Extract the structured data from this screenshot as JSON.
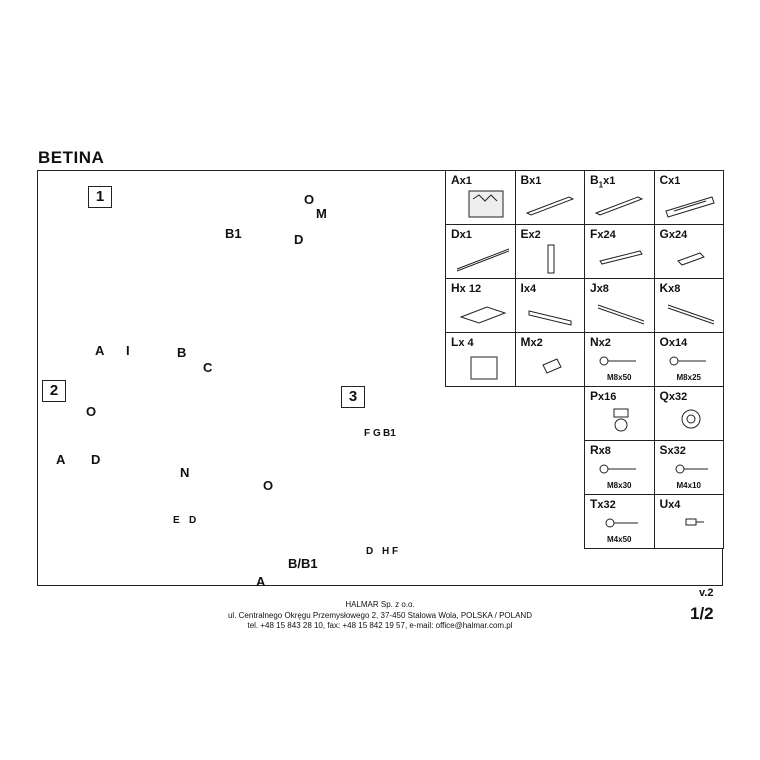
{
  "title": "BETINA",
  "steps": [
    "1",
    "2",
    "3"
  ],
  "step1": {
    "labels": {
      "b1": "B1",
      "a": "A",
      "i": "I",
      "b": "B",
      "c": "C"
    },
    "detail": {
      "o": "O",
      "m": "M",
      "d": "D"
    }
  },
  "step2": {
    "labels": {
      "o": "O",
      "a": "A",
      "d": "D",
      "n": "N",
      "e": "E",
      "dd": "D",
      "o2": "O",
      "a2": "A",
      "bb1": "B/B1"
    }
  },
  "step3": {
    "labels": {
      "f": "F",
      "g": "G",
      "b1": "B1",
      "d": "D",
      "h": "H",
      "f2": "F"
    }
  },
  "parts": [
    {
      "id": "A",
      "qty": "x1",
      "icon": "headboard-icon"
    },
    {
      "id": "B",
      "qty": "x1",
      "icon": "rail-icon"
    },
    {
      "id": "B1",
      "qty": "x1",
      "icon": "rail-icon",
      "label_id": "B",
      "label_sub": "1"
    },
    {
      "id": "C",
      "qty": "x1",
      "icon": "footboard-icon"
    },
    {
      "id": "D",
      "qty": "x1",
      "icon": "center-beam-icon"
    },
    {
      "id": "E",
      "qty": "x2",
      "icon": "leg-icon"
    },
    {
      "id": "F",
      "qty": "x24",
      "icon": "slat-icon"
    },
    {
      "id": "G",
      "qty": "x24",
      "icon": "slat-holder-icon"
    },
    {
      "id": "H",
      "qty": "x 12",
      "icon": "board-icon"
    },
    {
      "id": "I",
      "qty": "x4",
      "icon": "drawer-front-icon"
    },
    {
      "id": "J",
      "qty": "x8",
      "icon": "runner-icon"
    },
    {
      "id": "K",
      "qty": "x8",
      "icon": "runner-icon"
    },
    {
      "id": "L",
      "qty": "x 4",
      "icon": "panel-icon"
    },
    {
      "id": "M",
      "qty": "x2",
      "icon": "bracket-icon"
    },
    {
      "id": "N",
      "qty": "x2",
      "icon": "bolt-icon",
      "caption": "M8x50"
    },
    {
      "id": "O",
      "qty": "x14",
      "icon": "bolt-icon",
      "caption": "M8x25"
    },
    {
      "id": "P",
      "qty": "x16",
      "icon": "caster-icon"
    },
    {
      "id": "Q",
      "qty": "x32",
      "icon": "wheel-icon"
    },
    {
      "id": "R",
      "qty": "x8",
      "icon": "bolt-icon",
      "caption": "M8x30"
    },
    {
      "id": "S",
      "qty": "x32",
      "icon": "screw-icon",
      "caption": "M4x10"
    },
    {
      "id": "T",
      "qty": "x32",
      "icon": "screw-icon",
      "caption": "M4x50"
    },
    {
      "id": "U",
      "qty": "x4",
      "icon": "pin-icon"
    }
  ],
  "version": "v.2",
  "page_number": "1/2",
  "footer": {
    "company": "HALMAR Sp. z o.o.",
    "address": "ul. Centralnego Okręgu Przemysłowego 2, 37-450 Stalowa Wola, POLSKA / POLAND",
    "contact": "tel. +48 15 843 28 10, fax: +48 15 842 19 57, e-mail: office@halmar.com.pl"
  }
}
